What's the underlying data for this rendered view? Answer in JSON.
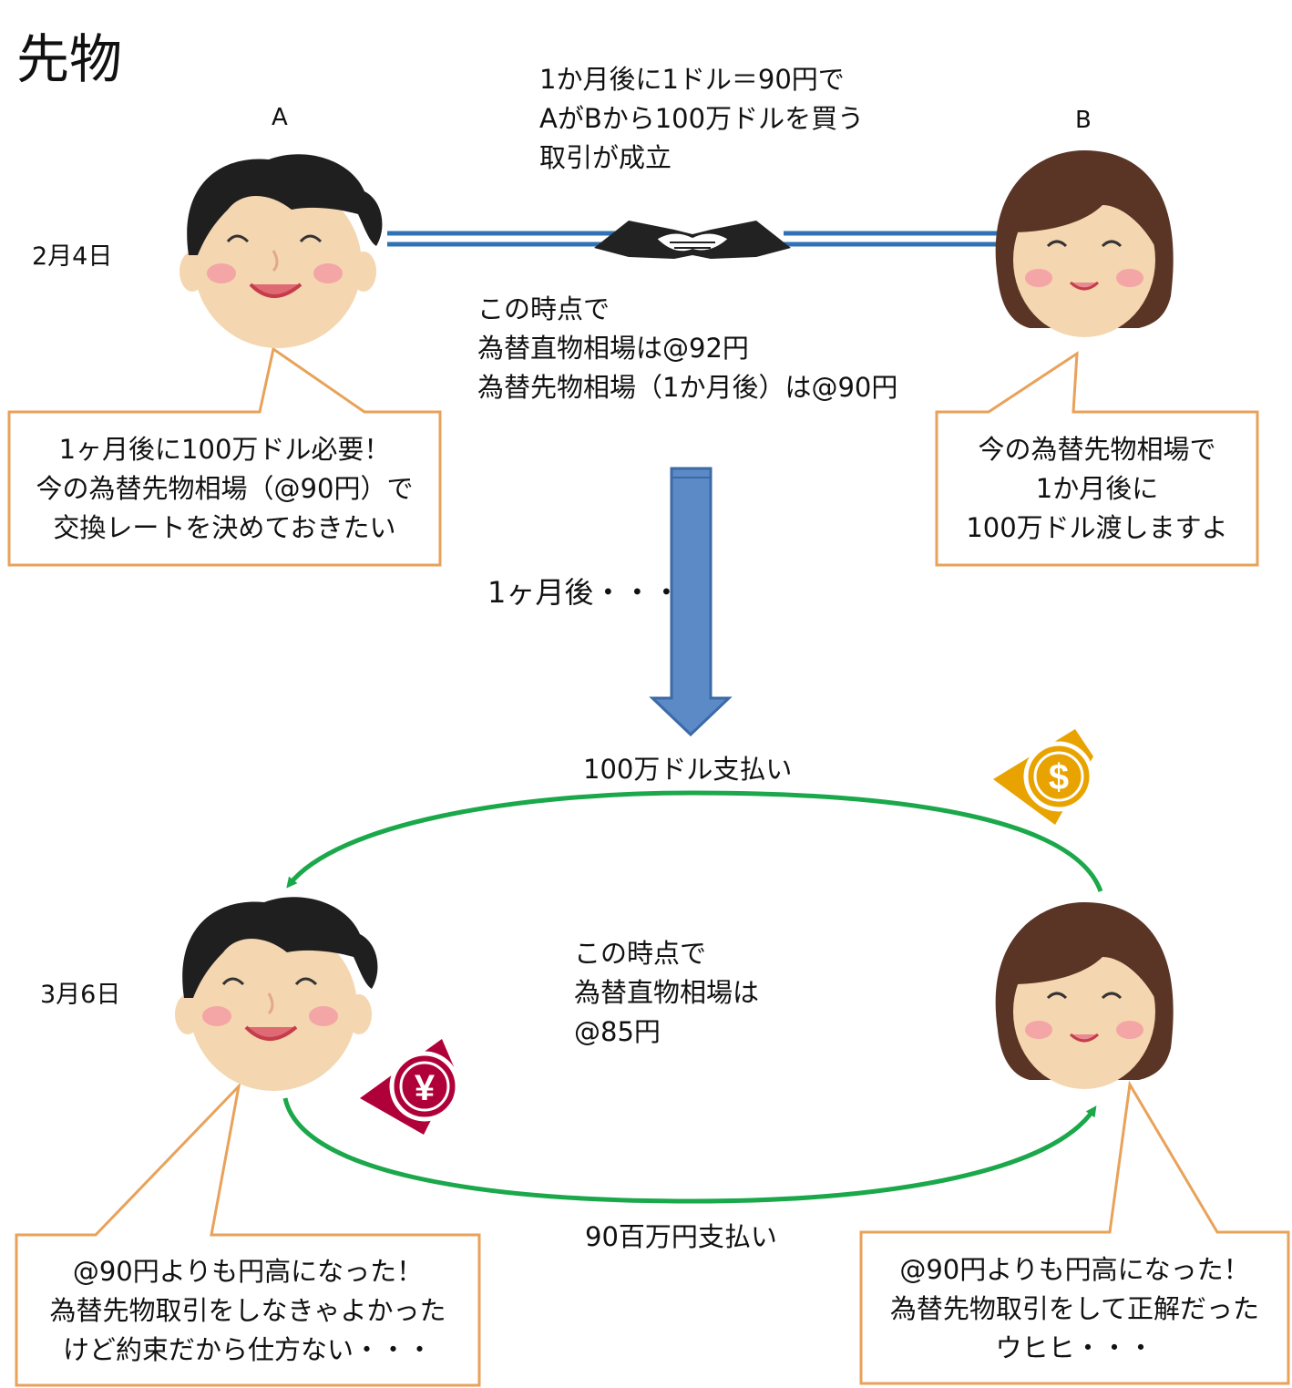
{
  "title": "先物",
  "labels": {
    "person_a": "A",
    "person_b": "B",
    "date_1": "2月4日",
    "date_2": "3月6日",
    "one_month_later": "1ヶ月後・・・"
  },
  "deal": {
    "line1": "1か月後に1ドル＝90円で",
    "line2": "AがBから100万ドルを買う",
    "line3": "取引が成立"
  },
  "market_feb": {
    "line1": "この時点で",
    "line2": "為替直物相場は@92円",
    "line3": "為替先物相場（1か月後）は@90円"
  },
  "market_mar": {
    "line1": "この時点で",
    "line2": "為替直物相場は",
    "line3": "@85円"
  },
  "bubbles": {
    "a_feb": [
      "1ヶ月後に100万ドル必要！",
      "今の為替先物相場（@90円）で",
      "交換レートを決めておきたい"
    ],
    "b_feb": [
      "今の為替先物相場で",
      "1か月後に",
      "100万ドル渡しますよ"
    ],
    "a_mar": [
      "@90円よりも円高になった！",
      "為替先物取引をしなきゃよかった",
      "けど約束だから仕方ない・・・"
    ],
    "b_mar": [
      "@90円よりも円高になった！",
      "為替先物取引をして正解だった",
      "ウヒヒ・・・"
    ]
  },
  "payments": {
    "dollar": "100万ドル支払い",
    "yen": "90百万円支払い"
  },
  "icons": {
    "dollar": "dollar-coin-icon",
    "yen": "yen-coin-icon",
    "handshake": "handshake-icon"
  },
  "colors": {
    "bubble_border": "#e8a25a",
    "handshake_lines": "#2f73b5",
    "down_arrow": "#5b8ac6",
    "payment_arrows": "#1aa84a",
    "dollar_coin": "#e9a300",
    "yen_coin": "#b0003a"
  }
}
